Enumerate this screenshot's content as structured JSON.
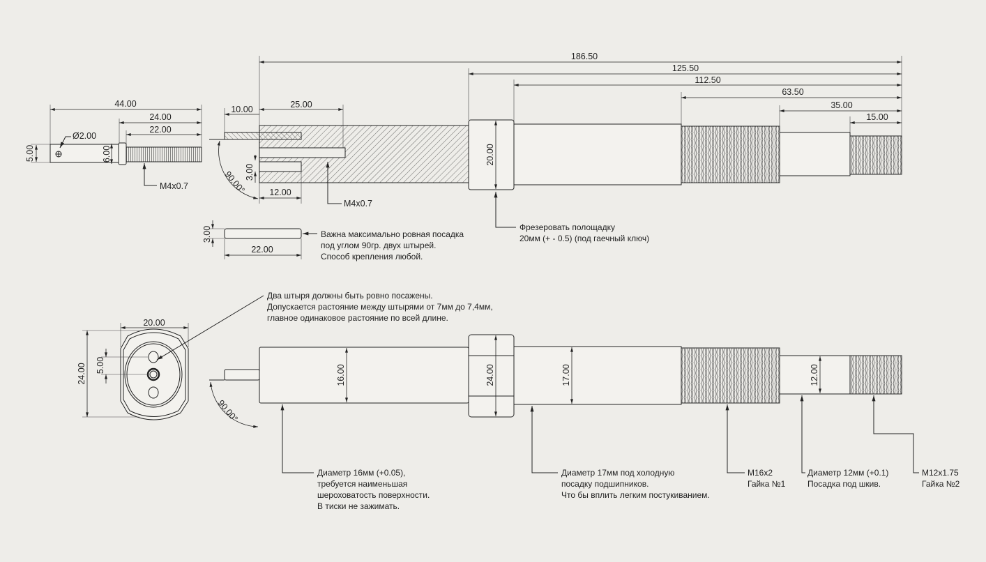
{
  "top_view": {
    "dims": {
      "overall": "186.50",
      "d125": "125.50",
      "d112": "112.50",
      "d63": "63.50",
      "d35": "35.00",
      "d15": "15.00",
      "flat": "20.00",
      "pin_out": "10.00",
      "slot": "25.00",
      "hole": "12.00",
      "gap": "3.00",
      "angle": "90.00°"
    },
    "thread_label": "M4x0.7",
    "flat_note": [
      "Фрезеровать полощадку",
      "20мм (+ - 0.5) (под гаечный ключ)"
    ]
  },
  "screw": {
    "dims": {
      "total": "44.00",
      "d24": "24.00",
      "d22": "22.00",
      "hole": "Ø2.00",
      "head_h": "5.00",
      "head_d": "6.00"
    },
    "thread_label": "M4x0.7"
  },
  "pin": {
    "dims": {
      "dia": "3.00",
      "len": "22.00"
    },
    "note": [
      "Важна максимально ровная посадка",
      "под углом 90гр. двух штырей.",
      "Способ крепления любой."
    ]
  },
  "end_view": {
    "dims": {
      "width": "20.00",
      "height": "24.00",
      "offset": "5.00"
    },
    "note": [
      "Два штыря должны быть ровно посажены.",
      "Допускается растояние между штырями от 7мм до 7,4мм,",
      "главное одинаковое растояние по всей длине."
    ]
  },
  "side_view": {
    "dims": {
      "d16": "16.00",
      "d24": "24.00",
      "d17": "17.00",
      "d12": "12.00",
      "angle": "90.00°"
    },
    "notes": {
      "d16": [
        "Диаметр 16мм (+0.05),",
        "требуется наименьшая",
        "шероховатость поверхности.",
        "В тиски не зажимать."
      ],
      "d17": [
        "Диаметр 17мм под холодную",
        "посадку подшипников.",
        "Что бы вплить легким постукиванием."
      ],
      "m16": [
        "M16x2",
        "Гайка №1"
      ],
      "d12": [
        "Диаметр 12мм (+0.1)",
        "Посадка под шкив."
      ],
      "m12": [
        "M12x1.75",
        "Гайка №2"
      ]
    }
  }
}
